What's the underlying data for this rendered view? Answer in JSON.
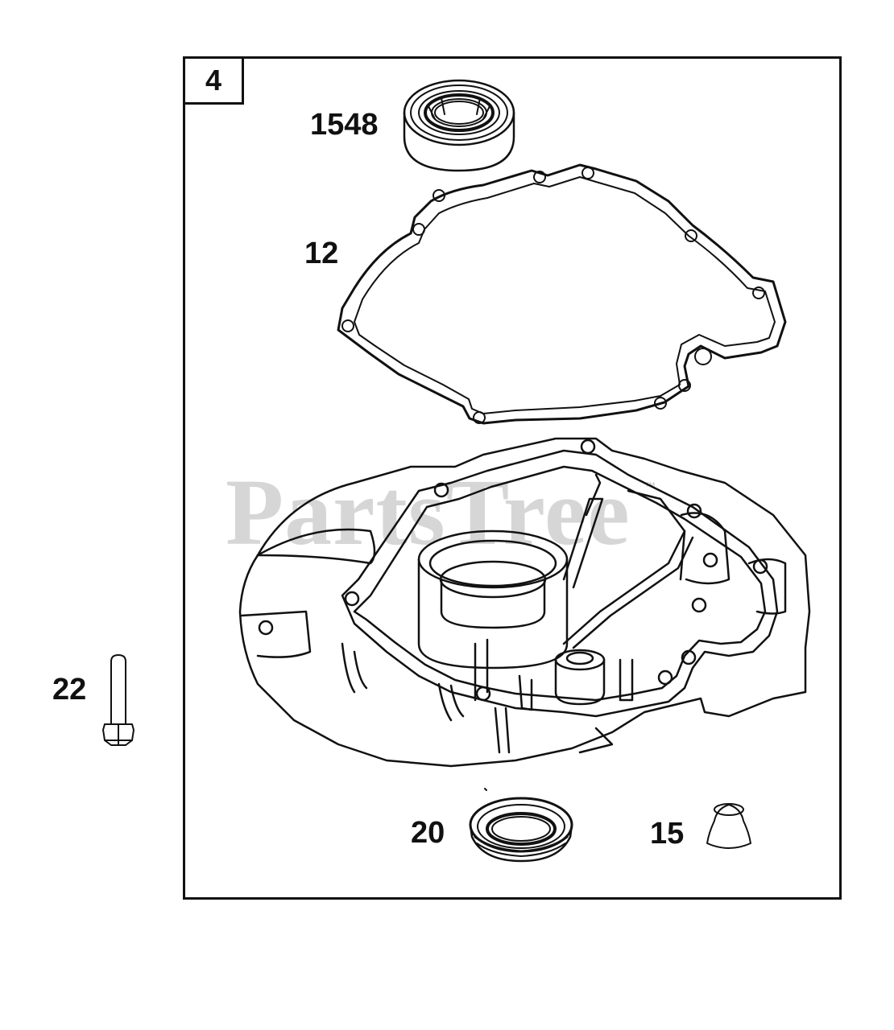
{
  "diagram": {
    "kit_number": "4",
    "watermark": "PartsTree",
    "watermark_tm": "™",
    "parts": [
      {
        "number": "1548",
        "item": "bearing"
      },
      {
        "number": "12",
        "item": "gasket"
      },
      {
        "number": "22",
        "item": "bolt"
      },
      {
        "number": "20",
        "item": "oil-seal"
      },
      {
        "number": "15",
        "item": "cap"
      }
    ]
  },
  "colors": {
    "line": "#111111",
    "watermark": "#cfcfcf",
    "background": "#ffffff"
  }
}
